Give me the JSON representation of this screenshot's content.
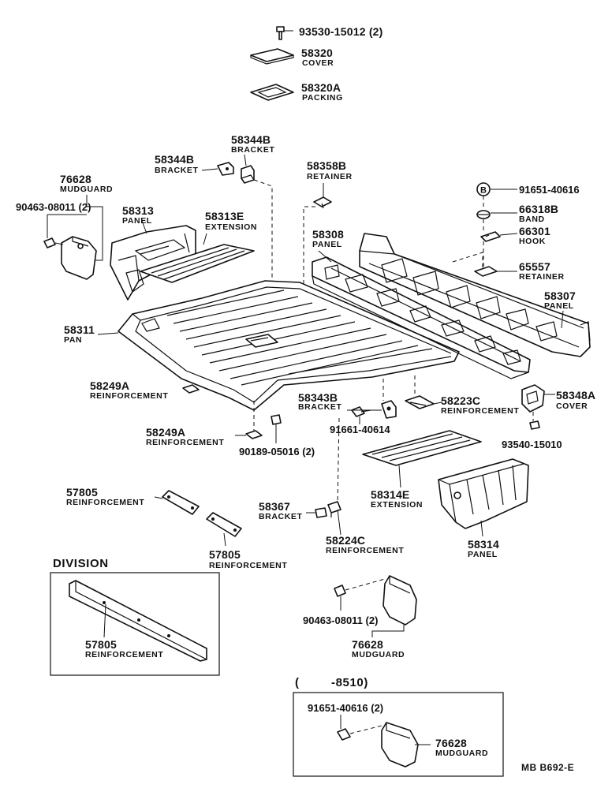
{
  "parts": [
    {
      "no": "93530-15012 (2)",
      "name": ""
    },
    {
      "no": "58320",
      "name": "COVER"
    },
    {
      "no": "58320A",
      "name": "PACKING"
    },
    {
      "no": "58344B",
      "name": "BRACKET"
    },
    {
      "no": "58344B",
      "name": "BRACKET"
    },
    {
      "no": "58358B",
      "name": "RETAINER"
    },
    {
      "no": "76628",
      "name": "MUDGUARD"
    },
    {
      "no": "90463-08011 (2)",
      "name": ""
    },
    {
      "no": "58313",
      "name": "PANEL"
    },
    {
      "no": "58313E",
      "name": "EXTENSION"
    },
    {
      "no": "91651-40616",
      "name": ""
    },
    {
      "no": "66318B",
      "name": "BAND"
    },
    {
      "no": "66301",
      "name": "HOOK"
    },
    {
      "no": "65557",
      "name": "RETAINER"
    },
    {
      "no": "58308",
      "name": "PANEL"
    },
    {
      "no": "58307",
      "name": "PANEL"
    },
    {
      "no": "58311",
      "name": "PAN"
    },
    {
      "no": "58249A",
      "name": "REINFORCEMENT"
    },
    {
      "no": "58343B",
      "name": "BRACKET"
    },
    {
      "no": "58223C",
      "name": "REINFORCEMENT"
    },
    {
      "no": "58348A",
      "name": "COVER"
    },
    {
      "no": "91661-40614",
      "name": ""
    },
    {
      "no": "58249A",
      "name": "REINFORCEMENT"
    },
    {
      "no": "90189-05016 (2)",
      "name": ""
    },
    {
      "no": "93540-15010",
      "name": ""
    },
    {
      "no": "57805",
      "name": "REINFORCEMENT"
    },
    {
      "no": "58367",
      "name": "BRACKET"
    },
    {
      "no": "58314E",
      "name": "EXTENSION"
    },
    {
      "no": "58224C",
      "name": "REINFORCEMENT"
    },
    {
      "no": "58314",
      "name": "PANEL"
    },
    {
      "no": "57805",
      "name": "REINFORCEMENT"
    },
    {
      "no": "57805",
      "name": "REINFORCEMENT"
    },
    {
      "no": "90463-08011 (2)",
      "name": ""
    },
    {
      "no": "76628",
      "name": "MUDGUARD"
    },
    {
      "no": "91651-40616 (2)",
      "name": ""
    },
    {
      "no": "76628",
      "name": "MUDGUARD"
    }
  ],
  "division": {
    "title": "DIVISION"
  },
  "variant": {
    "open": "(",
    "range": "-8510)"
  },
  "circle_marker": "B",
  "drawing_code": "MB  B692-E"
}
